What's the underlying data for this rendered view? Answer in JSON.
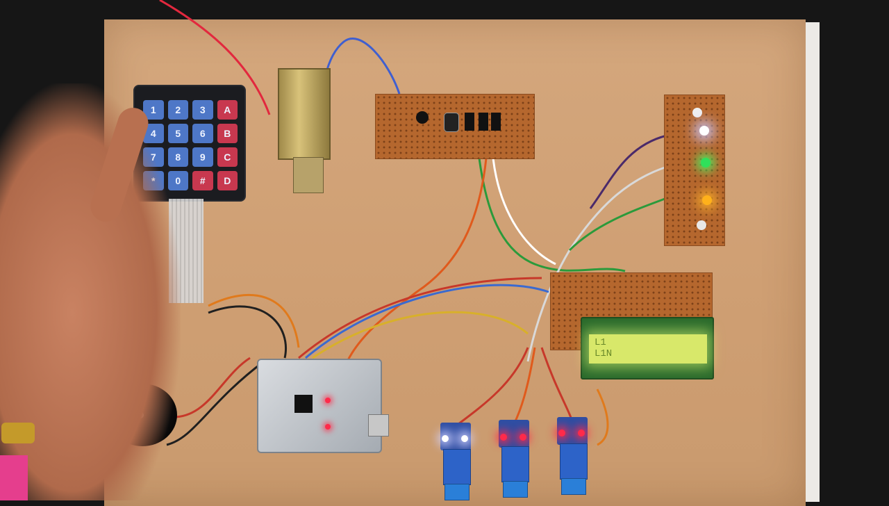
{
  "keypad": {
    "keys": [
      "1",
      "2",
      "3",
      "A",
      "4",
      "5",
      "6",
      "B",
      "7",
      "8",
      "9",
      "C",
      "*",
      "0",
      "#",
      "D"
    ],
    "colors": {
      "digit": "#4e77c7",
      "letter": "#c8384f"
    }
  },
  "lcd": {
    "line1": "L1",
    "line2": "L1N"
  },
  "leds": {
    "colors": [
      "#ffffff",
      "#2fe05a",
      "#ffb11b"
    ]
  },
  "relays": {
    "indicator_colors": [
      "#ffffff",
      "#ff2a4a",
      "#ff2a4a"
    ]
  }
}
